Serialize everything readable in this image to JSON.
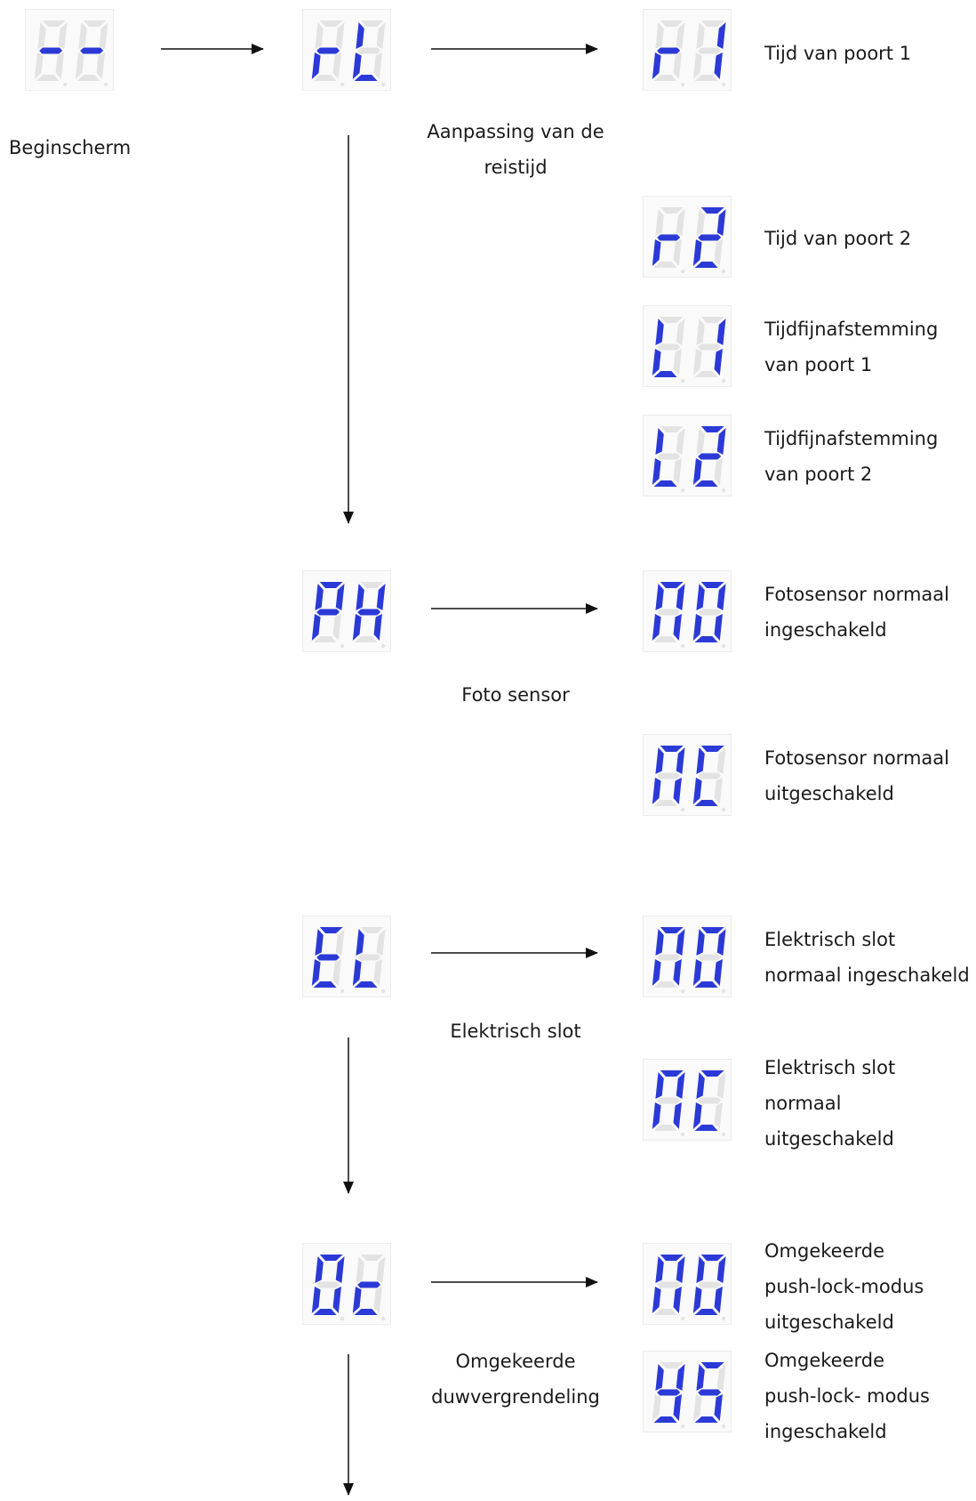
{
  "labels": {
    "start": "Beginscherm",
    "travel": "Aanpassing van de\nreistijd",
    "photo": "Foto sensor",
    "elock": "Elektrisch slot",
    "reverse": "Omgekeerde\nduwvergrendeling",
    "r1": "Tijd van poort 1",
    "r2": "Tijd van poort 2",
    "l1": "Tijdfijnafstemming\nvan poort 1",
    "l2": "Tijdfijnafstemming\nvan poort 2",
    "ph_no": "Fotosensor normaal\ningeschakeld",
    "ph_nc": "Fotosensor normaal\nuitgeschakeld",
    "el_no": "Elektrisch slot\nnormaal ingeschakeld",
    "el_nc": "Elektrisch slot\nnormaal\nuitgeschakeld",
    "oc_no": "Omgekeerde\npush-lock-modus\nuitgeschakeld",
    "oc_ys": "Omgekeerde\npush-lock- modus\ningeschakeld"
  },
  "displays": {
    "start": "--",
    "travel": "rL",
    "r1": "r1",
    "r2": "r2",
    "l1": "L1",
    "l2": "L2",
    "photo": "PH",
    "ph_no": "nO",
    "ph_nc": "nC",
    "elock": "EL",
    "el_no": "nO",
    "el_nc": "nC",
    "reverse": "Oc",
    "oc_no": "nO",
    "oc_ys": "yS"
  },
  "colors": {
    "segment_on": "#2b3ad6",
    "segment_off": "#e3e3e3",
    "arrow": "#111111"
  }
}
